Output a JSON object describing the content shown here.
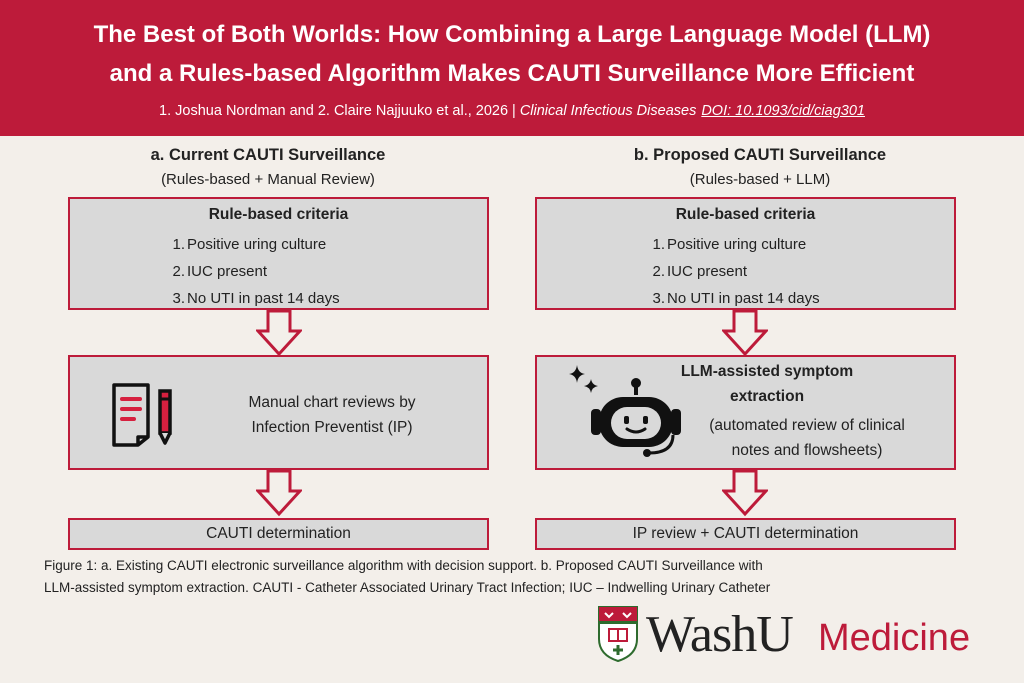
{
  "header": {
    "title_line1": "The Best of Both Worlds: How Combining a Large Language Model (LLM)",
    "title_line2": "and a Rules-based Algorithm Makes CAUTI Surveillance More Efficient",
    "authors": "1. Joshua Nordman and 2. Claire Najjuuko et al., 2026",
    "separator": "|",
    "journal": "Clinical Infectious Diseases",
    "doi": "DOI: 10.1093/cid/ciag301"
  },
  "left": {
    "title": "a. Current CAUTI Surveillance",
    "subtitle": "(Rules-based + Manual Review)",
    "criteria_title": "Rule-based criteria",
    "criteria": [
      {
        "num": "1.",
        "text": "Positive uring culture"
      },
      {
        "num": "2.",
        "text": "IUC present"
      },
      {
        "num": "3.",
        "text": "No UTI in past 14 days"
      }
    ],
    "review_line1": "Manual chart reviews by",
    "review_line2": "Infection Preventist (IP)",
    "result": "CAUTI determination"
  },
  "right": {
    "title": "b. Proposed CAUTI Surveillance",
    "subtitle": "(Rules-based + LLM)",
    "criteria_title": "Rule-based criteria",
    "criteria": [
      {
        "num": "1.",
        "text": "Positive uring culture"
      },
      {
        "num": "2.",
        "text": "IUC present"
      },
      {
        "num": "3.",
        "text": "No UTI in past 14 days"
      }
    ],
    "llm_title_line1": "LLM-assisted symptom",
    "llm_title_line2": "extraction",
    "llm_desc_line1": "(automated review of clinical",
    "llm_desc_line2": "notes and flowsheets)",
    "result": "IP review + CAUTI determination"
  },
  "caption": {
    "line1": "Figure 1: a. Existing CAUTI electronic surveillance algorithm with decision support. b. Proposed CAUTI Surveillance with",
    "line2": "LLM-assisted symptom extraction. CAUTI - Catheter Associated Urinary Tract Infection; IUC – Indwelling Urinary Catheter"
  },
  "logo": {
    "name_part1": "WashU",
    "name_part2": "Medicine"
  },
  "colors": {
    "brand_red": "#bd1b3a",
    "box_gray": "#d9d9d9",
    "background": "#f3efea"
  },
  "icons": [
    "document-pencil-icon",
    "robot-icon",
    "sparkle-icon",
    "washu-shield-icon"
  ]
}
